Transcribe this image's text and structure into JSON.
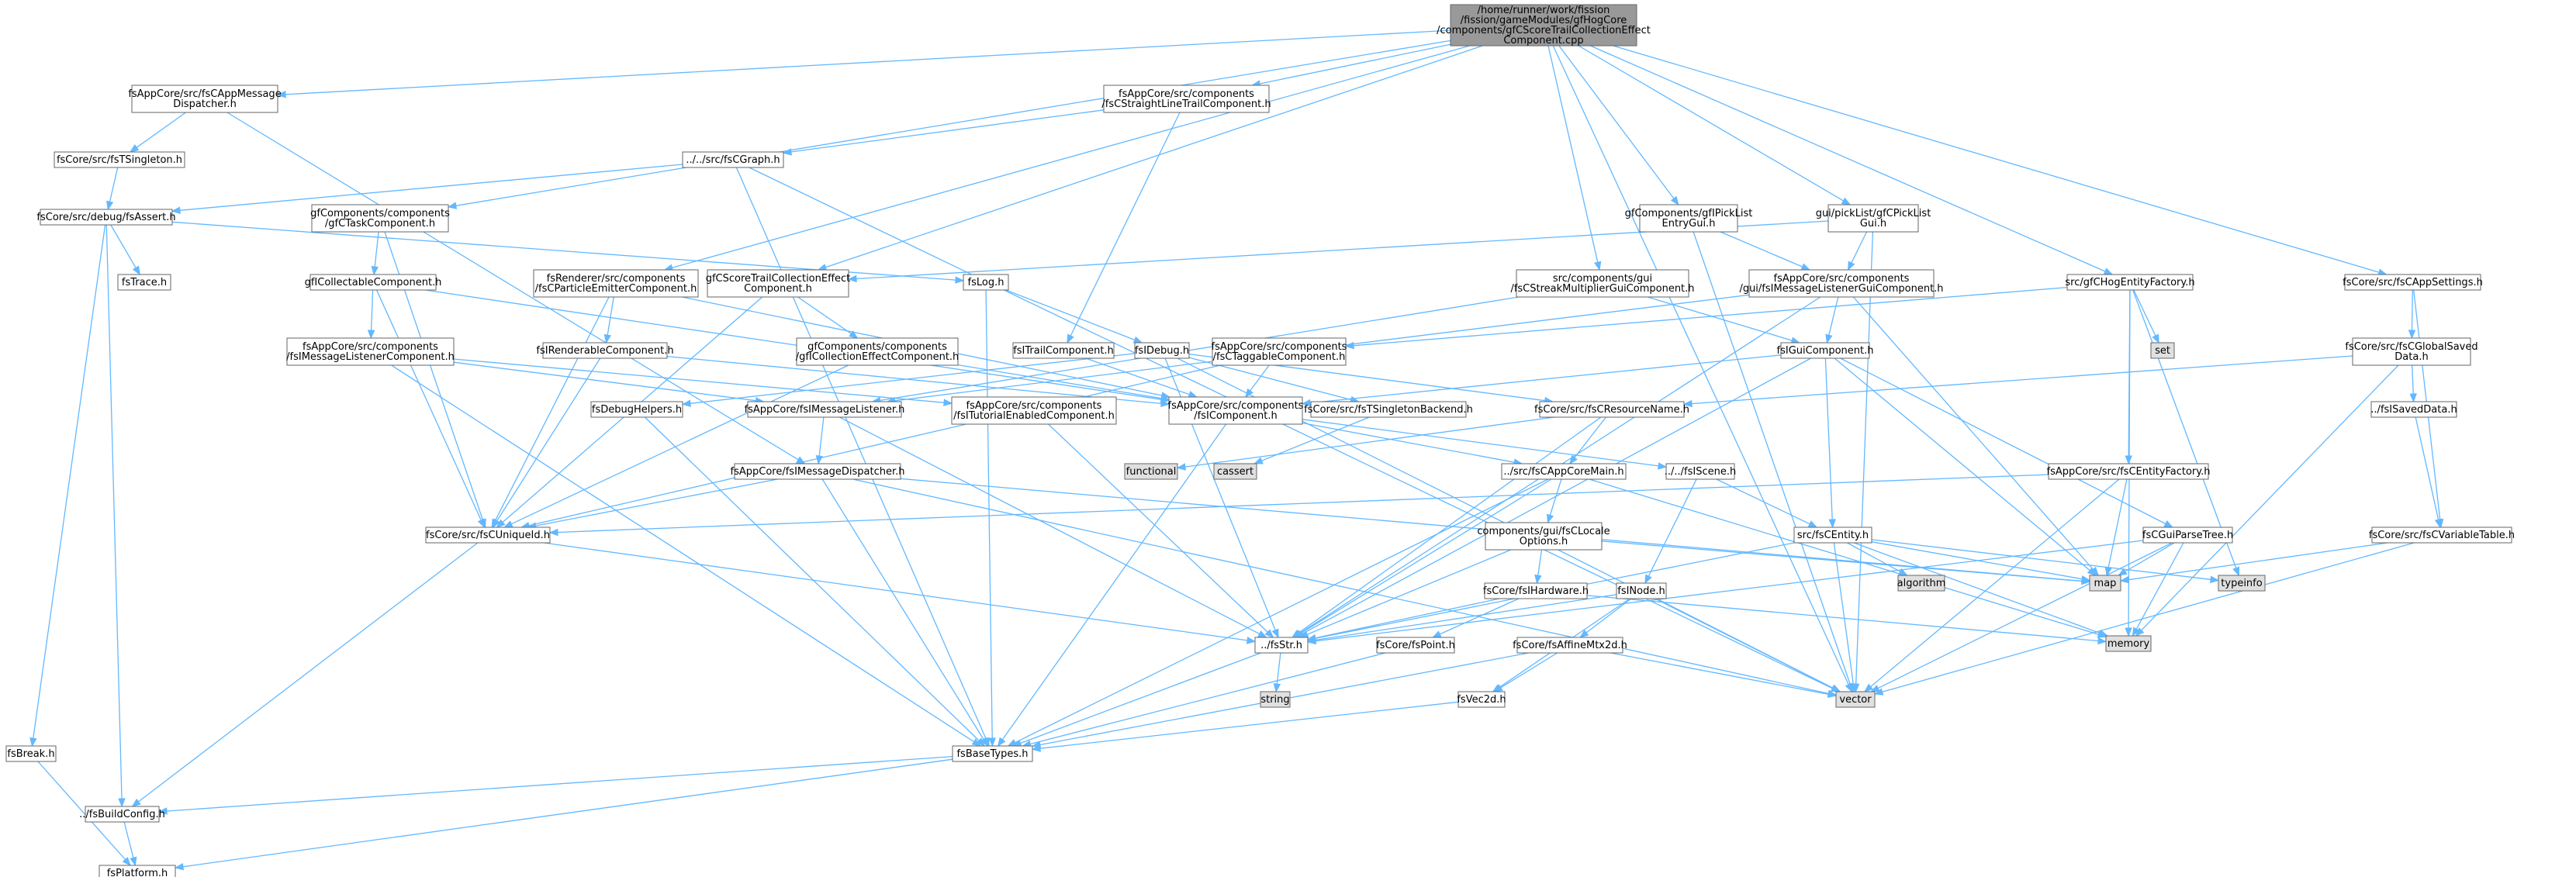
{
  "colors": {
    "root_fill": "#999999",
    "node_fill": "#ffffff",
    "external_fill": "#e0e0e0",
    "border": "#666666",
    "edge": "#63b8ff"
  },
  "nodes": [
    {
      "id": "root",
      "kind": "root",
      "lines": [
        "/home/runner/work/fission",
        "/fission/gameModules/gfHogCore",
        "/components/gfCScoreTrailCollectionEffect",
        "Component.cpp"
      ]
    },
    {
      "id": "appmsgdisp",
      "kind": "file",
      "lines": [
        "fsAppCore/src/fsCAppMessage",
        "Dispatcher.h"
      ]
    },
    {
      "id": "straightline",
      "kind": "file",
      "lines": [
        "fsAppCore/src/components",
        "/fsCStraightLineTrailComponent.h"
      ]
    },
    {
      "id": "tsingleton",
      "kind": "file",
      "lines": [
        "fsCore/src/fsTSingleton.h"
      ]
    },
    {
      "id": "cgraph",
      "kind": "file",
      "lines": [
        "../../src/fsCGraph.h"
      ]
    },
    {
      "id": "assert",
      "kind": "file",
      "lines": [
        "fsCore/src/debug/fsAssert.h"
      ]
    },
    {
      "id": "taskcomp",
      "kind": "file",
      "lines": [
        "gfComponents/components",
        "/gfCTaskComponent.h"
      ]
    },
    {
      "id": "picklistentry",
      "kind": "file",
      "lines": [
        "gfComponents/gfIPickList",
        "EntryGui.h"
      ]
    },
    {
      "id": "picklistgui",
      "kind": "file",
      "lines": [
        "gui/pickList/gfCPickList",
        "Gui.h"
      ]
    },
    {
      "id": "trace",
      "kind": "file",
      "lines": [
        "fsTrace.h"
      ]
    },
    {
      "id": "scoretrail",
      "kind": "file",
      "lines": [
        "gfCScoreTrailCollectionEffect",
        "Component.h"
      ]
    },
    {
      "id": "log",
      "kind": "file",
      "lines": [
        "fsLog.h"
      ]
    },
    {
      "id": "particle",
      "kind": "file",
      "lines": [
        "fsRenderer/src/components",
        "/fsCParticleEmitterComponent.h"
      ]
    },
    {
      "id": "collectable",
      "kind": "file",
      "lines": [
        "gfICollectableComponent.h"
      ]
    },
    {
      "id": "streak",
      "kind": "file",
      "lines": [
        "src/components/gui",
        "/fsCStreakMultiplierGuiComponent.h"
      ]
    },
    {
      "id": "msglistgui",
      "kind": "file",
      "lines": [
        "fsAppCore/src/components",
        "/gui/fsIMessageListenerGuiComponent.h"
      ]
    },
    {
      "id": "hogentity",
      "kind": "file",
      "lines": [
        "src/gfCHogEntityFactory.h"
      ]
    },
    {
      "id": "appsettings",
      "kind": "file",
      "lines": [
        "fsCore/src/fsCAppSettings.h"
      ]
    },
    {
      "id": "msglistcomp",
      "kind": "file",
      "lines": [
        "fsAppCore/src/components",
        "/fsIMessageListenerComponent.h"
      ]
    },
    {
      "id": "renderable",
      "kind": "file",
      "lines": [
        "fsIRenderableComponent.h"
      ]
    },
    {
      "id": "collectioneffect",
      "kind": "file",
      "lines": [
        "gfComponents/components",
        "/gfICollectionEffectComponent.h"
      ]
    },
    {
      "id": "trailcomp",
      "kind": "file",
      "lines": [
        "fsITrailComponent.h"
      ]
    },
    {
      "id": "debug",
      "kind": "file",
      "lines": [
        "fsIDebug.h"
      ]
    },
    {
      "id": "taggable",
      "kind": "file",
      "lines": [
        "fsAppCore/src/components",
        "/fsCTaggableComponent.h"
      ]
    },
    {
      "id": "guicomp",
      "kind": "file",
      "lines": [
        "fsIGuiComponent.h"
      ]
    },
    {
      "id": "set",
      "kind": "external",
      "lines": [
        "set"
      ]
    },
    {
      "id": "globalsaved",
      "kind": "file",
      "lines": [
        "fsCore/src/fsCGlobalSaved",
        "Data.h"
      ]
    },
    {
      "id": "debughelpers",
      "kind": "file",
      "lines": [
        "fsDebugHelpers.h"
      ]
    },
    {
      "id": "msglistener",
      "kind": "file",
      "lines": [
        "fsAppCore/fsIMessageListener.h"
      ]
    },
    {
      "id": "tutorial",
      "kind": "file",
      "lines": [
        "fsAppCore/src/components",
        "/fsITutorialEnabledComponent.h"
      ]
    },
    {
      "id": "icomponent",
      "kind": "file",
      "lines": [
        "fsAppCore/src/components",
        "/fsIComponent.h"
      ]
    },
    {
      "id": "singletonbackend",
      "kind": "file",
      "lines": [
        "fsCore/src/fsTSingletonBackend.h"
      ]
    },
    {
      "id": "resourcename",
      "kind": "file",
      "lines": [
        "fsCore/src/fsCResourceName.h"
      ]
    },
    {
      "id": "saveddata",
      "kind": "file",
      "lines": [
        "../fsISavedData.h"
      ]
    },
    {
      "id": "functional",
      "kind": "external",
      "lines": [
        "functional"
      ]
    },
    {
      "id": "cassert",
      "kind": "external",
      "lines": [
        "cassert"
      ]
    },
    {
      "id": "msgdisp",
      "kind": "file",
      "lines": [
        "fsAppCore/fsIMessageDispatcher.h"
      ]
    },
    {
      "id": "appcoremain",
      "kind": "file",
      "lines": [
        "../src/fsCAppCoreMain.h"
      ]
    },
    {
      "id": "iscene",
      "kind": "file",
      "lines": [
        "../../fsIScene.h"
      ]
    },
    {
      "id": "entityfactory",
      "kind": "file",
      "lines": [
        "fsAppCore/src/fsCEntityFactory.h"
      ]
    },
    {
      "id": "uniqueid",
      "kind": "file",
      "lines": [
        "fsCore/src/fsCUniqueId.h"
      ]
    },
    {
      "id": "locale",
      "kind": "file",
      "lines": [
        "components/gui/fsCLocale",
        "Options.h"
      ]
    },
    {
      "id": "centity",
      "kind": "file",
      "lines": [
        "src/fsCEntity.h"
      ]
    },
    {
      "id": "guiparsetree",
      "kind": "file",
      "lines": [
        "fsCGuiParseTree.h"
      ]
    },
    {
      "id": "variabletable",
      "kind": "file",
      "lines": [
        "fsCore/src/fsCVariableTable.h"
      ]
    },
    {
      "id": "algorithm",
      "kind": "external",
      "lines": [
        "algorithm"
      ]
    },
    {
      "id": "map",
      "kind": "external",
      "lines": [
        "map"
      ]
    },
    {
      "id": "typeinfo",
      "kind": "external",
      "lines": [
        "typeinfo"
      ]
    },
    {
      "id": "hardware",
      "kind": "file",
      "lines": [
        "fsCore/fsIHardware.h"
      ]
    },
    {
      "id": "inode",
      "kind": "file",
      "lines": [
        "fsINode.h"
      ]
    },
    {
      "id": "memory",
      "kind": "external",
      "lines": [
        "memory"
      ]
    },
    {
      "id": "str",
      "kind": "file",
      "lines": [
        "../fsStr.h"
      ]
    },
    {
      "id": "point",
      "kind": "file",
      "lines": [
        "fsCore/fsPoint.h"
      ]
    },
    {
      "id": "affine",
      "kind": "file",
      "lines": [
        "fsCore/fsAffineMtx2d.h"
      ]
    },
    {
      "id": "vector",
      "kind": "external",
      "lines": [
        "vector"
      ]
    },
    {
      "id": "string",
      "kind": "external",
      "lines": [
        "string"
      ]
    },
    {
      "id": "vec2d",
      "kind": "file",
      "lines": [
        "fsVec2d.h"
      ]
    },
    {
      "id": "fsbreak",
      "kind": "file",
      "lines": [
        "fsBreak.h"
      ]
    },
    {
      "id": "basetypes",
      "kind": "file",
      "lines": [
        "fsBaseTypes.h"
      ]
    },
    {
      "id": "buildconfig",
      "kind": "file",
      "lines": [
        "../fsBuildConfig.h"
      ]
    },
    {
      "id": "platform",
      "kind": "file",
      "lines": [
        "fsPlatform.h"
      ]
    }
  ],
  "edges": [
    [
      "root",
      "appmsgdisp"
    ],
    [
      "root",
      "straightline"
    ],
    [
      "root",
      "taskcomp"
    ],
    [
      "root",
      "picklistentry"
    ],
    [
      "root",
      "picklistgui"
    ],
    [
      "root",
      "scoretrail"
    ],
    [
      "root",
      "particle"
    ],
    [
      "root",
      "streak"
    ],
    [
      "root",
      "hogentity"
    ],
    [
      "root",
      "appsettings"
    ],
    [
      "root",
      "vector"
    ],
    [
      "appmsgdisp",
      "tsingleton"
    ],
    [
      "appmsgdisp",
      "msgdisp"
    ],
    [
      "straightline",
      "cgraph"
    ],
    [
      "straightline",
      "trailcomp"
    ],
    [
      "tsingleton",
      "assert"
    ],
    [
      "cgraph",
      "assert"
    ],
    [
      "cgraph",
      "basetypes"
    ],
    [
      "cgraph",
      "vector"
    ],
    [
      "assert",
      "trace"
    ],
    [
      "assert",
      "log"
    ],
    [
      "assert",
      "fsbreak"
    ],
    [
      "assert",
      "buildconfig"
    ],
    [
      "taskcomp",
      "collectable"
    ],
    [
      "taskcomp",
      "uniqueid"
    ],
    [
      "picklistentry",
      "msglistgui"
    ],
    [
      "picklistentry",
      "vector"
    ],
    [
      "picklistgui",
      "scoretrail"
    ],
    [
      "picklistgui",
      "msglistgui"
    ],
    [
      "picklistgui",
      "vector"
    ],
    [
      "scoretrail",
      "collectioneffect"
    ],
    [
      "scoretrail",
      "uniqueid"
    ],
    [
      "log",
      "debug"
    ],
    [
      "log",
      "basetypes"
    ],
    [
      "particle",
      "renderable"
    ],
    [
      "particle",
      "icomponent"
    ],
    [
      "particle",
      "uniqueid"
    ],
    [
      "collectable",
      "msglistcomp"
    ],
    [
      "collectable",
      "uniqueid"
    ],
    [
      "collectable",
      "icomponent"
    ],
    [
      "streak",
      "guicomp"
    ],
    [
      "streak",
      "msglistener"
    ],
    [
      "msglistgui",
      "guicomp"
    ],
    [
      "msglistgui",
      "msglistener"
    ],
    [
      "msglistgui",
      "map"
    ],
    [
      "msglistgui",
      "str"
    ],
    [
      "hogentity",
      "set"
    ],
    [
      "hogentity",
      "taggable"
    ],
    [
      "hogentity",
      "entityfactory"
    ],
    [
      "hogentity",
      "typeinfo"
    ],
    [
      "hogentity",
      "memory"
    ],
    [
      "appsettings",
      "globalsaved"
    ],
    [
      "appsettings",
      "variabletable"
    ],
    [
      "msglistcomp",
      "msglistener"
    ],
    [
      "msglistcomp",
      "tutorial"
    ],
    [
      "msglistcomp",
      "basetypes"
    ],
    [
      "renderable",
      "icomponent"
    ],
    [
      "renderable",
      "uniqueid"
    ],
    [
      "collectioneffect",
      "icomponent"
    ],
    [
      "collectioneffect",
      "uniqueid"
    ],
    [
      "trailcomp",
      "icomponent"
    ],
    [
      "debug",
      "debughelpers"
    ],
    [
      "debug",
      "singletonbackend"
    ],
    [
      "debug",
      "resourcename"
    ],
    [
      "debug",
      "str"
    ],
    [
      "debug",
      "vector"
    ],
    [
      "taggable",
      "icomponent"
    ],
    [
      "taggable",
      "uniqueid"
    ],
    [
      "guicomp",
      "icomponent"
    ],
    [
      "guicomp",
      "centity"
    ],
    [
      "guicomp",
      "guiparsetree"
    ],
    [
      "guicomp",
      "map"
    ],
    [
      "guicomp",
      "str"
    ],
    [
      "globalsaved",
      "saveddata"
    ],
    [
      "globalsaved",
      "resourcename"
    ],
    [
      "globalsaved",
      "memory"
    ],
    [
      "debughelpers",
      "basetypes"
    ],
    [
      "msglistener",
      "msgdisp"
    ],
    [
      "msglistener",
      "str"
    ],
    [
      "tutorial",
      "str"
    ],
    [
      "icomponent",
      "appcoremain"
    ],
    [
      "icomponent",
      "iscene"
    ],
    [
      "icomponent",
      "basetypes"
    ],
    [
      "singletonbackend",
      "cassert"
    ],
    [
      "resourcename",
      "functional"
    ],
    [
      "resourcename",
      "appcoremain"
    ],
    [
      "resourcename",
      "str"
    ],
    [
      "saveddata",
      "variabletable"
    ],
    [
      "msgdisp",
      "uniqueid"
    ],
    [
      "msgdisp",
      "basetypes"
    ],
    [
      "msgdisp",
      "vector"
    ],
    [
      "msgdisp",
      "map"
    ],
    [
      "appcoremain",
      "locale"
    ],
    [
      "appcoremain",
      "str"
    ],
    [
      "appcoremain",
      "memory"
    ],
    [
      "appcoremain",
      "basetypes"
    ],
    [
      "iscene",
      "centity"
    ],
    [
      "iscene",
      "inode"
    ],
    [
      "entityfactory",
      "uniqueid"
    ],
    [
      "entityfactory",
      "map"
    ],
    [
      "entityfactory",
      "vector"
    ],
    [
      "uniqueid",
      "str"
    ],
    [
      "uniqueid",
      "buildconfig"
    ],
    [
      "locale",
      "hardware"
    ],
    [
      "locale",
      "map"
    ],
    [
      "locale",
      "str"
    ],
    [
      "centity",
      "algorithm"
    ],
    [
      "centity",
      "map"
    ],
    [
      "centity",
      "typeinfo"
    ],
    [
      "centity",
      "memory"
    ],
    [
      "centity",
      "vector"
    ],
    [
      "centity",
      "str"
    ],
    [
      "guiparsetree",
      "map"
    ],
    [
      "guiparsetree",
      "memory"
    ],
    [
      "guiparsetree",
      "str"
    ],
    [
      "guiparsetree",
      "vector"
    ],
    [
      "variabletable",
      "map"
    ],
    [
      "variabletable",
      "vector"
    ],
    [
      "hardware",
      "point"
    ],
    [
      "hardware",
      "str"
    ],
    [
      "hardware",
      "memory"
    ],
    [
      "inode",
      "affine"
    ],
    [
      "inode",
      "vec2d"
    ],
    [
      "inode",
      "str"
    ],
    [
      "inode",
      "vector"
    ],
    [
      "str",
      "string"
    ],
    [
      "str",
      "basetypes"
    ],
    [
      "point",
      "basetypes"
    ],
    [
      "affine",
      "vec2d"
    ],
    [
      "affine",
      "vector"
    ],
    [
      "affine",
      "basetypes"
    ],
    [
      "vec2d",
      "basetypes"
    ],
    [
      "fsbreak",
      "platform"
    ],
    [
      "basetypes",
      "buildconfig"
    ],
    [
      "basetypes",
      "platform"
    ],
    [
      "buildconfig",
      "platform"
    ]
  ]
}
